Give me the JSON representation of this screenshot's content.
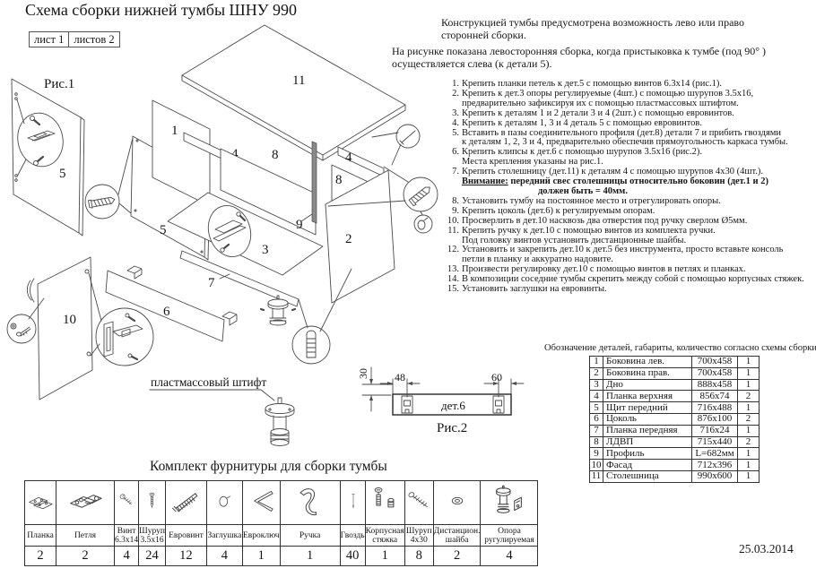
{
  "title": "Схема сборки нижней тумбы ШНУ 990",
  "sheet_info": {
    "sheet": "лист 1",
    "total": "листов 2"
  },
  "intro": {
    "para1": "Конструкцией тумбы предусмотрена возможность лево или право\nсторонней сборки.",
    "para2": "На рисунке показана левосторонняя сборка, когда пристыковка к тумбе (под 90° )\nосуществляется слева (к детали 5)."
  },
  "steps": [
    {
      "num": "1.",
      "text": "Крепить планки петель к дет.5 с помощью винтов 6.3х14 (рис.1)."
    },
    {
      "num": "2.",
      "text": "Крепить к дет.3 опоры регулируемые (4шт.) с помощью шурупов 3.5х16,\nпредварительно зафиксируя их с помощью пластмассовых штифтом."
    },
    {
      "num": "3.",
      "text": "Крепить к деталям 1 и 2 детали 3 и 4 (2шт.) с помощью евровинтов."
    },
    {
      "num": "4.",
      "text": "Крепить к деталям 1, 3 и 4 деталь 5 с помощью евровинтов."
    },
    {
      "num": "5.",
      "text": "Вставить в пазы соединительного профиля (дет.8) детали 7 и прибить гвоздями\nк деталям 1, 2, 3 и 4, предварительно обеспечив прямоугольность каркаса тумбы."
    },
    {
      "num": "6.",
      "text": "Крепить клипсы к дет.6 с помощью шурупов 3.5х16 (рис.2).\nМеста крепления указаны на рис.1."
    },
    {
      "num": "7.",
      "text": "Крепить столешницу (дет.11) к деталям 4 с помощью шурупов 4х30 (4шт.).",
      "warning": {
        "label": "Внимание:",
        "line1": " передний свес столешницы относительно боковин (дет.1 и 2)",
        "line2": "должен быть = 40мм."
      }
    },
    {
      "num": "8.",
      "text": "Установить тумбу на постоянное место и отрегулировать опоры."
    },
    {
      "num": "9.",
      "text": "Крепить цоколь (дет.6) к регулируемым опорам."
    },
    {
      "num": "10.",
      "text": "Просверлить в дет.10 насквозь два отверстия под ручку сверлом Ø5мм."
    },
    {
      "num": "11.",
      "text": "Крепить ручку к дет.10 с помощью винтов из комплекта ручки.\nПод головку винтов установить дистанционные шайбы."
    },
    {
      "num": "12.",
      "text": "Установить и закрепить дет.10 к дет.5 без инструмента, просто вставьте консоль\nпетли в планку и аккуратно надовите."
    },
    {
      "num": "13.",
      "text": "Произвести регулировку дет.10 с помощью винтов в петлях и планках."
    },
    {
      "num": "14.",
      "text": "В композиции соседние тумбы скрепить между собой с помощью корпусных  стяжек."
    },
    {
      "num": "15.",
      "text": "Установить заглушки на евровинты."
    }
  ],
  "parts_table": {
    "caption": "Обозначение деталей, габариты, количество согласно схемы сборки",
    "rows": [
      [
        "1",
        "Боковина лев.",
        "700х458",
        "1"
      ],
      [
        "2",
        "Боковина прав.",
        "700х458",
        "1"
      ],
      [
        "3",
        "Дно",
        "888х458",
        "1"
      ],
      [
        "4",
        "Планка верхняя",
        "856х74",
        "2"
      ],
      [
        "5",
        "Щит передний",
        "716х488",
        "1"
      ],
      [
        "6",
        "Цоколь",
        "876х100",
        "2"
      ],
      [
        "7",
        "Планка передняя",
        "716х24",
        "1"
      ],
      [
        "8",
        "ЛДВП",
        "715х440",
        "2"
      ],
      [
        "9",
        "Профиль",
        "L=682мм",
        "1"
      ],
      [
        "10",
        "Фасад",
        "712х396",
        "1"
      ],
      [
        "11",
        "Столешница",
        "990х600",
        "1"
      ]
    ]
  },
  "hardware": {
    "title": "Комплект фурнитуры для сборки тумбы",
    "items": [
      {
        "icon": "hinge-plate-icon",
        "label": "Планка",
        "qty": "2"
      },
      {
        "icon": "hinge-icon",
        "label": "Петля",
        "qty": "2"
      },
      {
        "icon": "screw-icon",
        "label": "Винт 6.3х14",
        "qty": "4"
      },
      {
        "icon": "screw-icon",
        "label": "Шуруп 3.5х16",
        "qty": "24"
      },
      {
        "icon": "euroscrew-icon",
        "label": "Евровинт",
        "qty": "12"
      },
      {
        "icon": "cap-icon",
        "label": "Заглушка",
        "qty": "4"
      },
      {
        "icon": "hexkey-icon",
        "label": "Евроключ",
        "qty": "1"
      },
      {
        "icon": "handle-icon",
        "label": "Ручка",
        "qty": "1"
      },
      {
        "icon": "nail-icon",
        "label": "Гвоздь",
        "qty": "40"
      },
      {
        "icon": "cam-bolt-icon",
        "label": "Корпусная стяжка",
        "qty": "1"
      },
      {
        "icon": "screw-icon",
        "label": "Шуруп 4х30",
        "qty": "8"
      },
      {
        "icon": "washer-icon",
        "label": "Дистанцион. шайба",
        "qty": "2"
      },
      {
        "icon": "leg-icon",
        "label": "Опора ругулируемая",
        "qty": "4"
      }
    ]
  },
  "diagram": {
    "fig1_label": "Рис.1",
    "fig2_label": "Рис.2",
    "det_label": "дет.6",
    "pin_label": "пластмассовый штифт",
    "dims": {
      "d30": "30",
      "d48": "48",
      "d60": "60"
    },
    "parts": {
      "n1": "1",
      "n2": "2",
      "n3": "3",
      "n4": "4",
      "n5": "5",
      "n6": "6",
      "n7": "7",
      "n8": "8",
      "n9": "9",
      "n10": "10",
      "n11": "11"
    }
  },
  "date": "25.03.2014"
}
